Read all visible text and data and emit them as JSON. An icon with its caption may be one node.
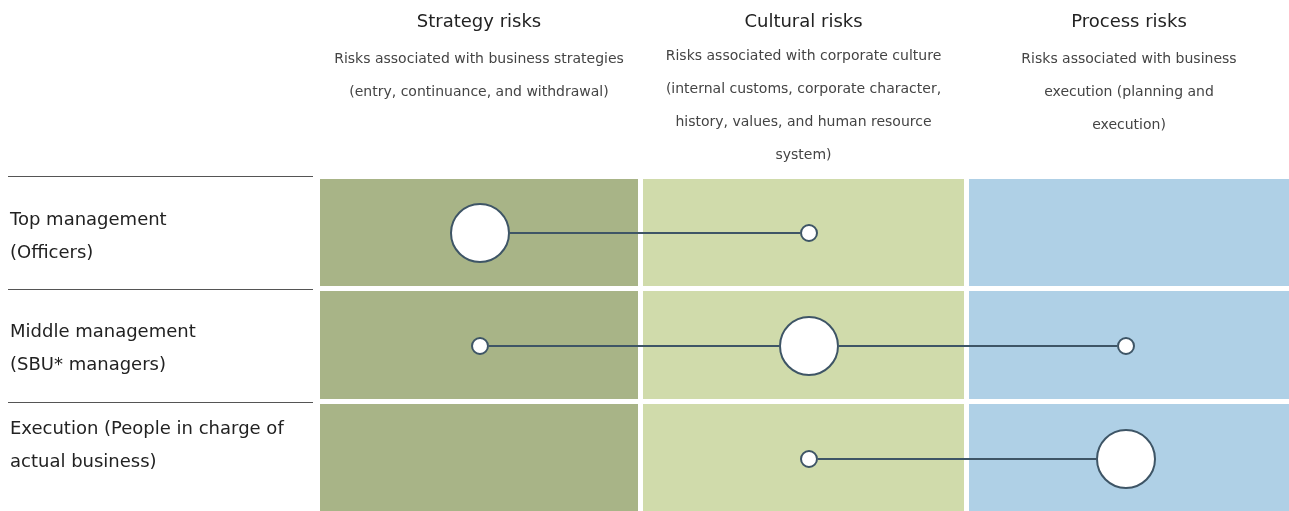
{
  "diagram": {
    "nodes": [
      {
        "text": [],
        "shape": "circle"
      },
      {
        "text": [],
        "shape": "circle"
      },
      {
        "text": [],
        "shape": "circle"
      },
      {
        "text": [],
        "shape": "circle"
      },
      {
        "text": [],
        "shape": "circle"
      },
      {
        "text": [],
        "shape": "circle"
      },
      {
        "text": [],
        "shape": "circle"
      }
    ],
    "edges": [
      {
        "from": 0,
        "to": 1,
        "arrow": "none"
      },
      {
        "from": 2,
        "to": 3,
        "arrow": "none"
      },
      {
        "from": 3,
        "to": 4,
        "arrow": "none"
      },
      {
        "from": 5,
        "to": 6,
        "arrow": "none"
      }
    ],
    "labels": [
      "Strategy risks",
      "Cultural risks",
      "Process risks",
      "Risks associated with business strategies (entry, continuance, and withdrawal)",
      "Risks associated with corporate culture (internal customs, corporate character, history, values, and human resource system)",
      "Risks associated with business execution (planning and execution)",
      "Top management (Officers)",
      "Middle management (SBU* managers)",
      "Execution (People in charge of actual business)"
    ]
  }
}
